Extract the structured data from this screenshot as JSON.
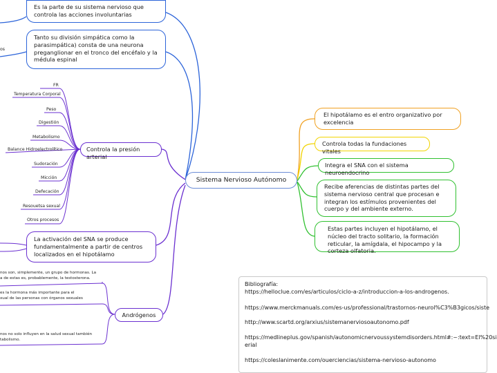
{
  "center": "Sistema Nervioso Autónomo",
  "left": {
    "node_top": "Es la parte de su sistema nervioso que controla las acciones involuntarias",
    "node_sympathetic": "Tanto su división simpática como la parasimpática) consta de una neurona preganglionar en el tronco del encéfalo y la médula espinal",
    "fragment_os": "os",
    "node_pressure": "Controla la presión arterial",
    "pressure_items": [
      "FR",
      "Temperatura Corporal",
      "Peso",
      "Digestión",
      "Metabolismo",
      "Balance Hidroelectrolítico",
      "Sudoración",
      "Micción",
      "Defecación",
      "Resouetsa sexual",
      "Otros procesos"
    ],
    "node_activation": "La activación del SNA se produce fundamentalmente a partir de centros localizados en el hipotálamo",
    "node_androgens": "Andrógenos",
    "androgen_fragments": [
      {
        "line1": "nos son, simplemente, un grupo de hormonas. La",
        "line2": "a de estas es, probablemente, la testosterona."
      },
      {
        "line1": "es la hormona más importante para el",
        "line2": "xual de las personas con órganos sexuales"
      },
      {
        "line1": "nos no solo influyen en la salud sexual también",
        "line2": "tabolismo."
      }
    ]
  },
  "right": {
    "node_hypothalamus": "El hipotálamo es el entro organizativo por excelencia",
    "node_vital": "Controla todas la fundaciones vitales",
    "node_integrate": "Integra el SNA con el sistema neuroendocrino",
    "node_afferent": "Recibe aferencias de distintas partes del sistema nervioso central que procesan e integran los estímulos provenientes del cuerpo y del ambiente externo.",
    "node_parts": "Estas partes incluyen el hipotálamo, el núcleo del tracto solitario, la formación reticular, la amígdala, el hipocampo y la corteza olfatoria."
  },
  "bibliography": {
    "title": "Bibliografía:",
    "links": [
      "https://helloclue.com/es/articulos/ciclo-a-z/introduccion-a-los-androgenos.",
      "https://www.merckmanuals.com/es-us/professional/trastornos-neurol%C3%B3gicos/siste",
      "http://www.scartd.org/arxius/sistemanerviosoautonomo.pdf",
      "https://medlineplus.gov/spanish/autonomicnervoussystemdisorders.html#:~:text=El%20si",
      "erial",
      "https://coleslanimente.com/ouerciencias/sistema-nervioso-autonomo"
    ]
  },
  "colors": {
    "blue": "#2b63d9",
    "purple": "#6a2fd0",
    "orange": "#f0a020",
    "yellow": "#f2d400",
    "green": "#2fc02f",
    "center_border": "#6b8cd6"
  }
}
